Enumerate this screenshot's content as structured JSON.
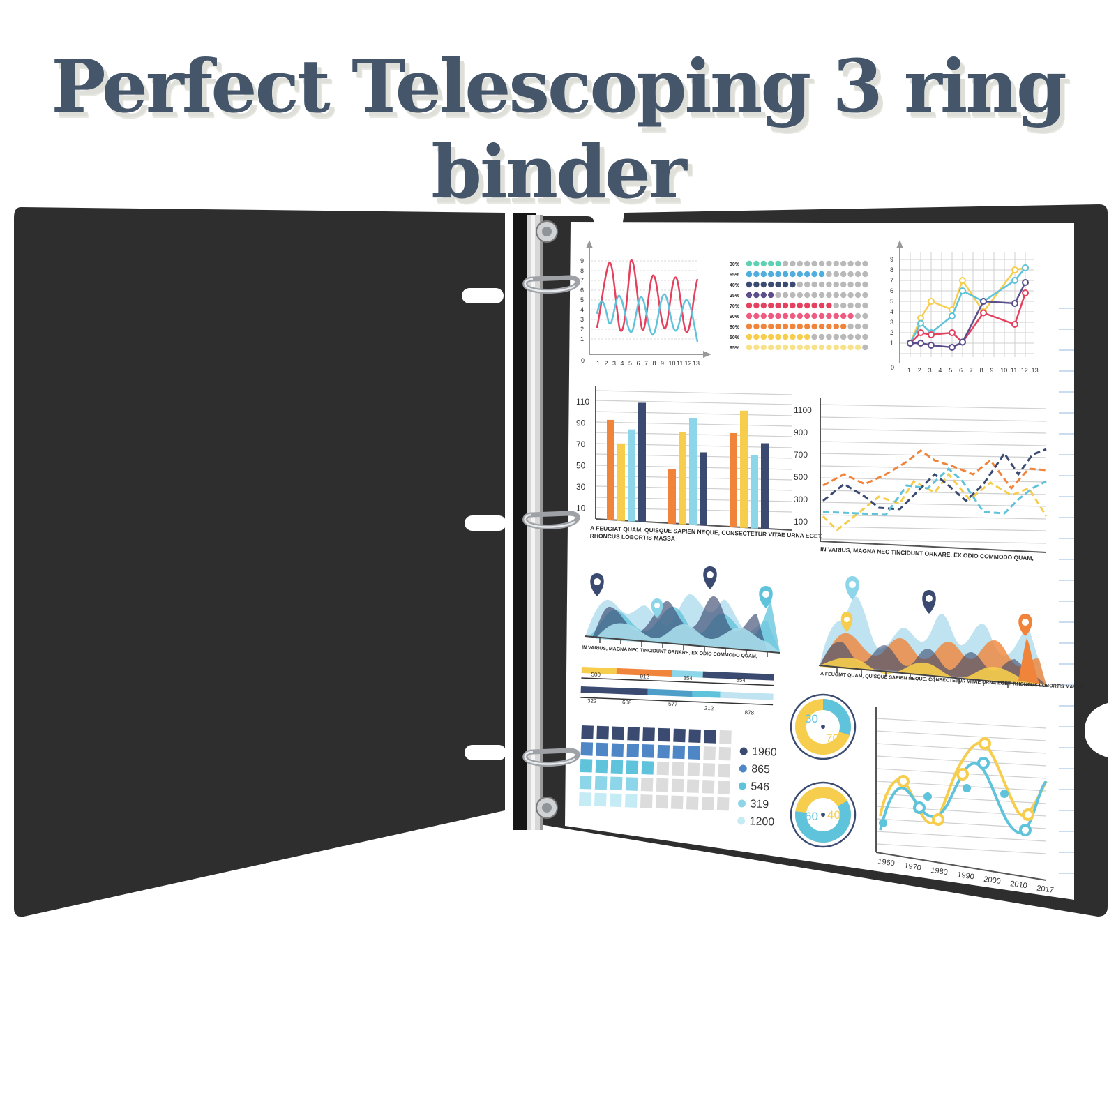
{
  "headline": "Perfect Telescoping 3 ring binder",
  "colors": {
    "cover": "#2e2e2e",
    "headline": "#45566b",
    "navy": "#3b4a70",
    "sky": "#5fc3dc",
    "yellow": "#f6cd4c",
    "orange": "#f0843a",
    "red": "#e5405e"
  },
  "insert": {
    "dot_chart_percents": [
      "30%",
      "65%",
      "40%",
      "25%",
      "70%",
      "90%",
      "80%",
      "50%",
      "95%"
    ],
    "wave_chart": {
      "y_ticks": [
        "9",
        "8",
        "7",
        "6",
        "5",
        "4",
        "3",
        "2",
        "1"
      ],
      "x_ticks": [
        "1",
        "2",
        "3",
        "4",
        "5",
        "6",
        "7",
        "8",
        "9",
        "10",
        "11",
        "12",
        "13"
      ],
      "origin": "0"
    },
    "marker_line_chart": {
      "y_ticks": [
        "9",
        "8",
        "7",
        "6",
        "5",
        "4",
        "3",
        "2",
        "1"
      ],
      "x_ticks": [
        "1",
        "2",
        "3",
        "4",
        "5",
        "6",
        "7",
        "8",
        "9",
        "10",
        "11",
        "12",
        "13"
      ],
      "origin": "0"
    },
    "bar_chart": {
      "y_ticks": [
        "110",
        "90",
        "70",
        "50",
        "30",
        "10"
      ],
      "caption": "A FEUGIAT QUAM, QUISQUE SAPIEN NEQUE, CONSECTETUR VITAE URNA EGET, RHONCUS LOBORTIS MASSA"
    },
    "dashed_line_chart": {
      "y_ticks": [
        "1100",
        "900",
        "700",
        "500",
        "300",
        "100"
      ],
      "caption": "IN VARIUS, MAGNA NEC TINCIDUNT ORNARE, EX ODIO COMMODO QUAM,"
    },
    "area_chart_left_caption": "IN VARIUS, MAGNA NEC TINCIDUNT ORNARE, EX ODIO COMMODO QUAM,",
    "area_chart_right_caption": "A FEUGIAT QUAM, QUISQUE SAPIEN NEQUE, CONSECTETUR VITAE URNA EGET, RHONCUS LOBORTIS MASSA",
    "segment_bar_top_labels": [
      "500",
      "912",
      "354",
      "854"
    ],
    "segment_bar_bottom_labels": [
      "322",
      "688",
      "577",
      "212",
      "878"
    ],
    "square_grid_legend": [
      "1960",
      "865",
      "546",
      "319",
      "1200"
    ],
    "donut_top": {
      "left": "30",
      "right": "70"
    },
    "donut_bottom": {
      "left": "60",
      "right": "40"
    },
    "wave_year_chart_x_ticks": [
      "1960",
      "1970",
      "1980",
      "1990",
      "2000",
      "2010",
      "2017"
    ]
  }
}
